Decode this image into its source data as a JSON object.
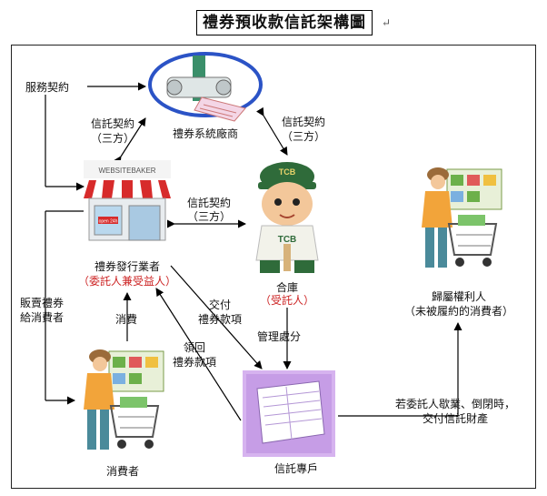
{
  "title": "禮券預收款信託架構圖",
  "paragraph_mark": "↵",
  "nodes": {
    "vendor": {
      "label": "禮券系統廠商"
    },
    "issuer": {
      "label": "禮券發行業者",
      "sublabel": "（委託人兼受益人）",
      "logo_text": "WEBSITEBAKER",
      "sign_text": "open 24h"
    },
    "bank": {
      "label": "合庫",
      "sublabel": "（受託人）",
      "cap_text": "TCB",
      "shirt_text": "TCB"
    },
    "consumer": {
      "label": "消費者"
    },
    "beneficiary": {
      "label": "歸屬權利人",
      "sublabel": "（未被履約的消費者）"
    },
    "trust_account": {
      "label": "信託專戶"
    }
  },
  "edges": {
    "service_contract": "服務契約",
    "trust_contract_1": "信託契約",
    "three_party_1": "（三方）",
    "trust_contract_2": "信託契約",
    "three_party_2": "（三方）",
    "trust_contract_3": "信託契約",
    "three_party_3": "（三方）",
    "sell_line1": "販賣禮券",
    "sell_line2": "給消費者",
    "consume": "消費",
    "deliver_line1": "交付",
    "deliver_line2": "禮券款項",
    "retrieve_line1": "領回",
    "retrieve_line2": "禮券款項",
    "manage": "管理處分",
    "closure_line1": "若委託人歇業、倒閉時，",
    "closure_line2": "交付信託財產"
  }
}
